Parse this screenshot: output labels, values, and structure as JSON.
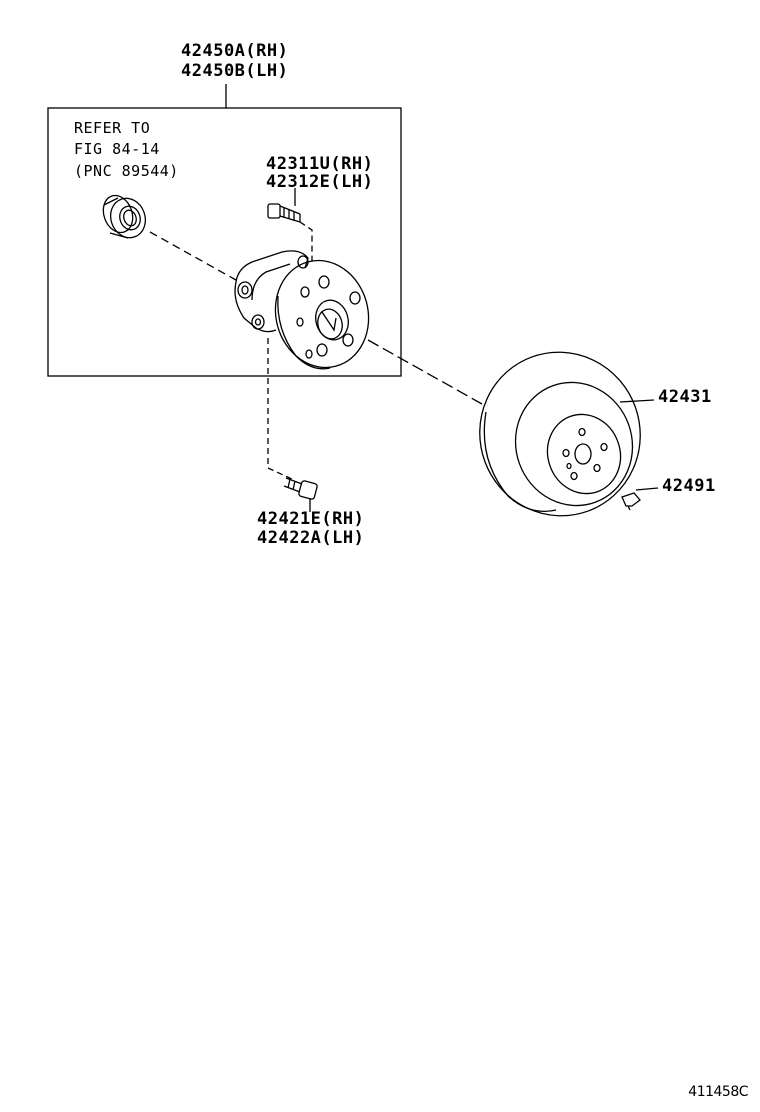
{
  "labels": {
    "hub_assembly_rh": "42450A(RH)",
    "hub_assembly_lh": "42450B(LH)",
    "refer_line1": "REFER TO",
    "refer_line2": "FIG 84-14",
    "refer_line3": "(PNC 89544)",
    "hub_bolt_rh": "42311U(RH)",
    "hub_bolt_lh": "42312E(LH)",
    "mount_bolt_rh": "42421E(RH)",
    "mount_bolt_lh": "42422A(LH)",
    "disc_rotor": "42431",
    "disc_screw": "42491"
  },
  "figure_code": "411458C"
}
